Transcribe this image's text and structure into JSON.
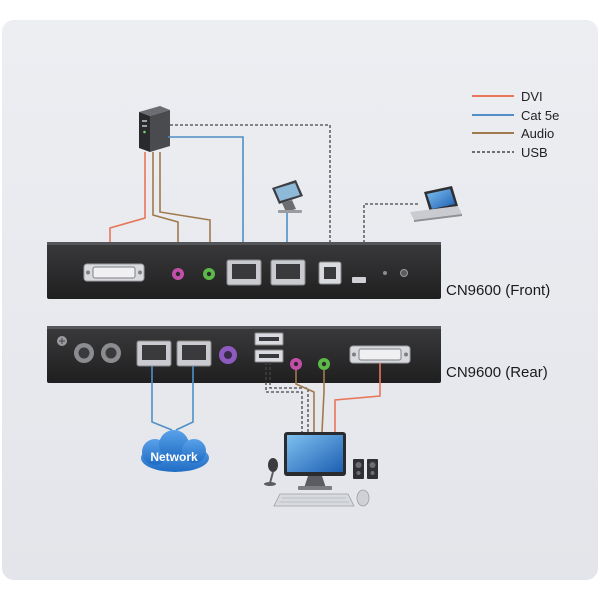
{
  "legend": {
    "items": [
      {
        "label": "DVI",
        "color": "#e8765a",
        "style": "solid"
      },
      {
        "label": "Cat 5e",
        "color": "#4f8fc6",
        "style": "solid"
      },
      {
        "label": "Audio",
        "color": "#a07a4e",
        "style": "solid"
      },
      {
        "label": "USB",
        "color": "#444444",
        "style": "dashed"
      }
    ]
  },
  "devices": {
    "front_label": "CN9600 (Front)",
    "rear_label": "CN9600 (Rear)",
    "network_label": "Network"
  },
  "colors": {
    "panel": "#e8e9ed",
    "unit_body": "#2b2b2d",
    "dvi": "#e8765a",
    "cat5e": "#4f8fc6",
    "audio": "#a07a4e",
    "usb": "#444444",
    "cloud": "#2f7ed6"
  }
}
